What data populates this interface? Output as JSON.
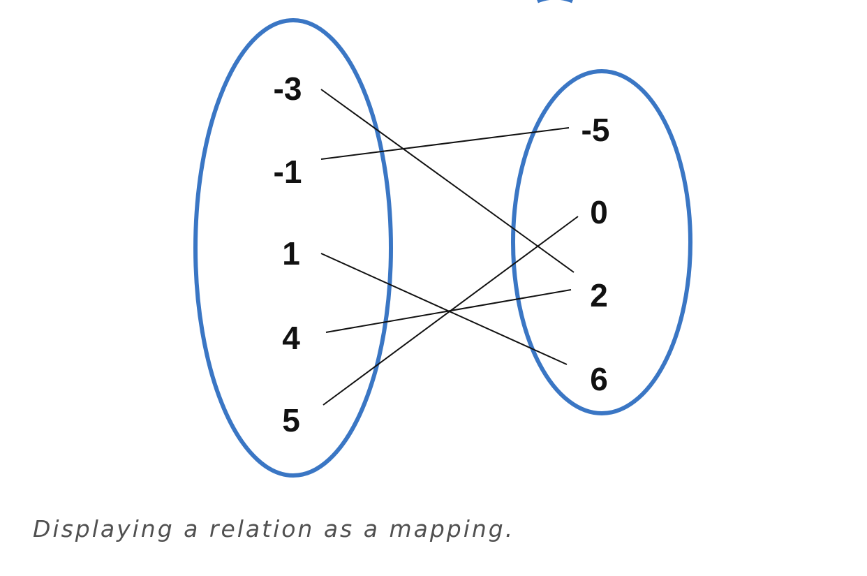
{
  "diagram": {
    "domain_values": [
      "-3",
      "-1",
      "1",
      "4",
      "5"
    ],
    "range_values": [
      "-5",
      "0",
      "2",
      "6"
    ],
    "mappings": [
      {
        "from": "-3",
        "to": "2"
      },
      {
        "from": "-1",
        "to": "-5"
      },
      {
        "from": "1",
        "to": "6"
      },
      {
        "from": "4",
        "to": "2"
      },
      {
        "from": "5",
        "to": "0"
      }
    ],
    "oval_color": "#3a76c4",
    "line_color": "#111111"
  },
  "caption": "Displaying a relation as a mapping."
}
